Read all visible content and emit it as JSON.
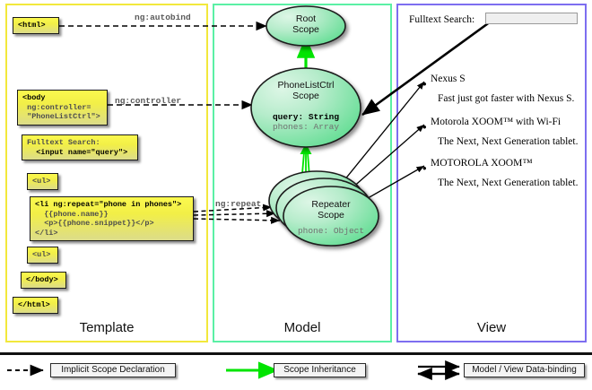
{
  "columns": [
    {
      "key": "template",
      "label": "Template",
      "border_color": "#f2e83c"
    },
    {
      "key": "model",
      "label": "Model",
      "border_color": "#5bf0a5"
    },
    {
      "key": "view",
      "label": "View",
      "border_color": "#7d6ef0"
    }
  ],
  "template": {
    "boxes": [
      {
        "name": "html-open-tag",
        "text": "<html>"
      },
      {
        "name": "body-open-tag",
        "line1": "<body",
        "line2": " ng:controller=",
        "line3": " \"PhoneListCtrl\">"
      },
      {
        "name": "search-markup",
        "line1": "Fulltext Search:",
        "line2": "  <input name=\"query\">"
      },
      {
        "name": "ul-open-tag",
        "text": "<ul>"
      },
      {
        "name": "li-repeat-markup",
        "line1": "<li ng:repeat=\"phone in phones\">",
        "line2": "  {{phone.name}}",
        "line3": "  <p>{{phone.snippet}}</p>",
        "line4": "</li>"
      },
      {
        "name": "ul-close-tag",
        "text": "<ul>"
      },
      {
        "name": "body-close-tag",
        "text": "</body>"
      },
      {
        "name": "html-close-tag",
        "text": "</html>"
      }
    ]
  },
  "model": {
    "scopes": [
      {
        "name": "root-scope",
        "title_line1": "Root",
        "title_line2": "Scope",
        "props": []
      },
      {
        "name": "phonelistctrl-scope",
        "title_line1": "PhoneListCtrl",
        "title_line2": "Scope",
        "prop_highlight": "query: String",
        "prop_plain": "phones: Array"
      },
      {
        "name": "repeater-scope",
        "title_line1": "Repeater",
        "title_line2": "Scope",
        "prop_plain": "phone: Object"
      }
    ]
  },
  "annotations": {
    "autobind": "ng:autobind",
    "controller": "ng:controller",
    "repeat": "ng:repeat"
  },
  "view": {
    "search_label": "Fulltext Search:",
    "search_value": "",
    "search_placeholder": "",
    "items": [
      {
        "title": "Nexus S",
        "snippet": "Fast just got faster with Nexus S."
      },
      {
        "title": "Motorola XOOM™  with Wi-Fi",
        "snippet": "The Next, Next Generation tablet."
      },
      {
        "title": "MOTOROLA XOOM™",
        "snippet": "The Next, Next Generation tablet."
      }
    ]
  },
  "legend": {
    "items": [
      {
        "name": "implicit-scope-declaration",
        "label": "Implicit Scope Declaration",
        "style": "dashed-arrow",
        "color": "#000000"
      },
      {
        "name": "scope-inheritance",
        "label": "Scope Inheritance",
        "style": "solid-arrow",
        "color": "#00e400"
      },
      {
        "name": "model-view-data-binding",
        "label": "Model / View Data-binding",
        "style": "double-arrow",
        "color": "#000000"
      }
    ]
  }
}
